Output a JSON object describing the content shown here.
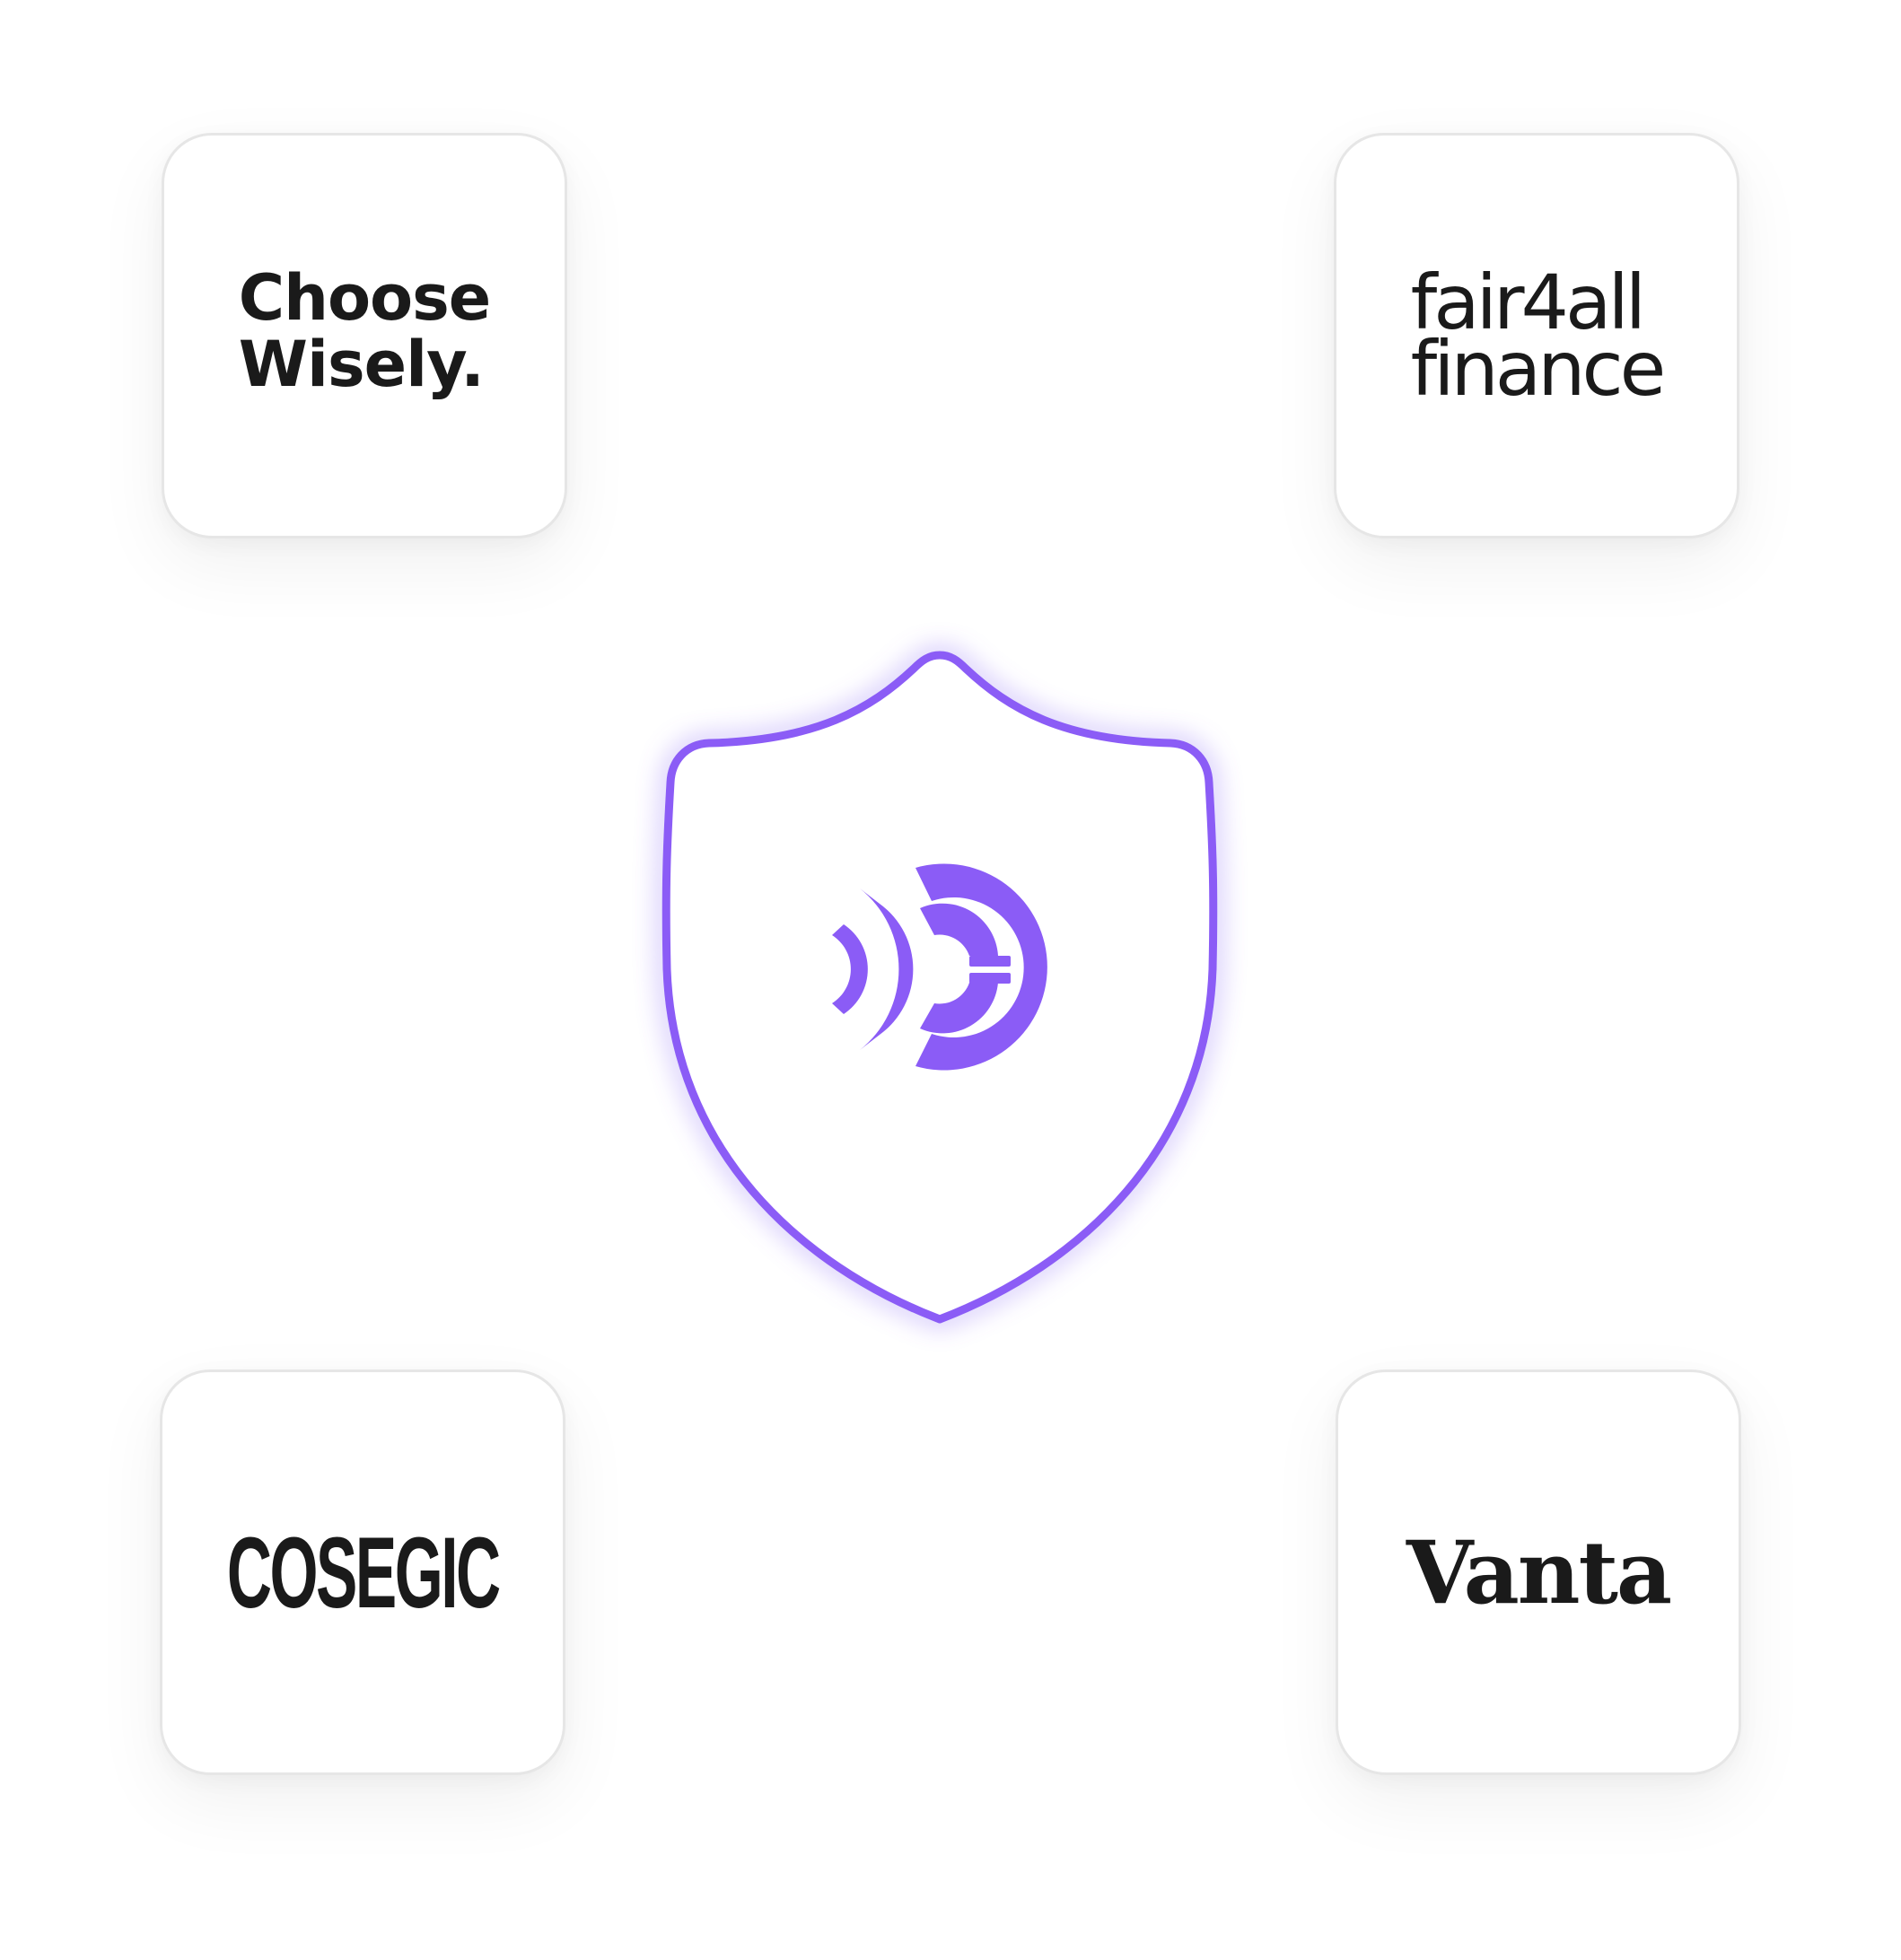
{
  "partners": [
    {
      "lines": [
        "Choose",
        "Wisely."
      ]
    },
    {
      "lines": [
        "fair4all",
        "finance"
      ]
    },
    {
      "name": "COSEGIC"
    },
    {
      "name": "Vanta"
    }
  ],
  "shield": {
    "icon": "brand-c-logo-icon",
    "accent_color": "#8b5cf6"
  }
}
